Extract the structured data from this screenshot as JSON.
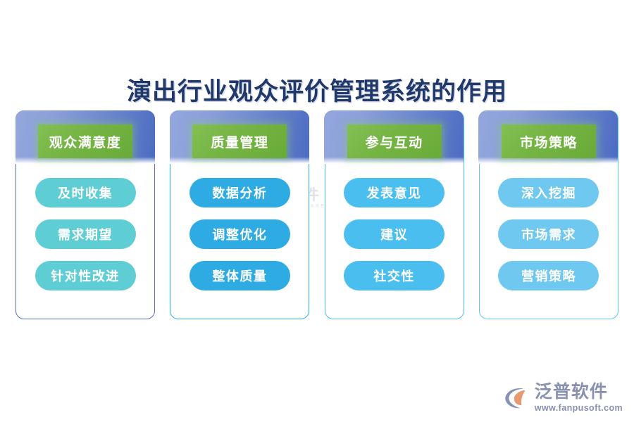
{
  "title": "演出行业观众评价管理系统的作用",
  "background_color": "#ffffff",
  "title_color": "#20396a",
  "header_color": "#74b443",
  "columns": [
    {
      "header": "观众满意度",
      "edge_color": "#5b6fc0",
      "pill_color": "#5ecdd4",
      "items": [
        "及时收集",
        "需求期望",
        "针对性改进"
      ]
    },
    {
      "header": "质量管理",
      "edge_color": "#2db4e8",
      "pill_color": "#2eabe2",
      "items": [
        "数据分析",
        "调整优化",
        "整体质量"
      ]
    },
    {
      "header": "参与互动",
      "edge_color": "#4cc3f0",
      "pill_color": "#4bbef0",
      "items": [
        "发表意见",
        "建议",
        "社交性"
      ]
    },
    {
      "header": "市场策略",
      "edge_color": "#63c7f2",
      "pill_color": "#6ec8f0",
      "items": [
        "深入挖掘",
        "市场需求",
        "营销策略"
      ]
    }
  ],
  "watermark": {
    "cn": "泛普软件",
    "en": "FANPU SOFTWARE"
  },
  "brand": {
    "cn": "泛普软件",
    "en": "www.fanpusoft.com"
  }
}
